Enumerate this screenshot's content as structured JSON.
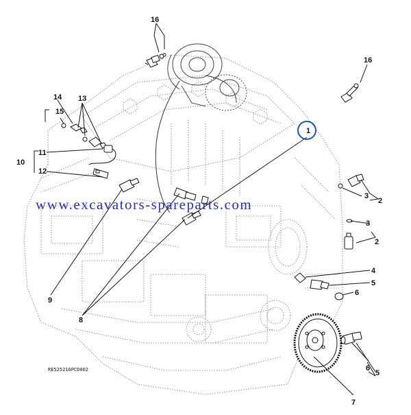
{
  "callouts": {
    "c1": "1",
    "c2a": "2",
    "c2b": "2",
    "c3a": "3",
    "c3b": "3",
    "c4": "4",
    "c5a": "5",
    "c5b": "5",
    "c6a": "6",
    "c6b": "6",
    "c7": "7",
    "c8": "8",
    "c9": "9",
    "c10": "10",
    "c11": "11",
    "c12": "12",
    "c13": "13",
    "c14": "14",
    "c15": "15",
    "c16a": "16",
    "c16b": "16"
  },
  "watermark": "www.excavators-spareparts.com",
  "document_id": "RE525216PCD002",
  "colors": {
    "line": "#111111",
    "engine_dots": "#9a9a9a",
    "watermark": "#2a2fb8",
    "highlight_circle": "#1c56b0"
  }
}
